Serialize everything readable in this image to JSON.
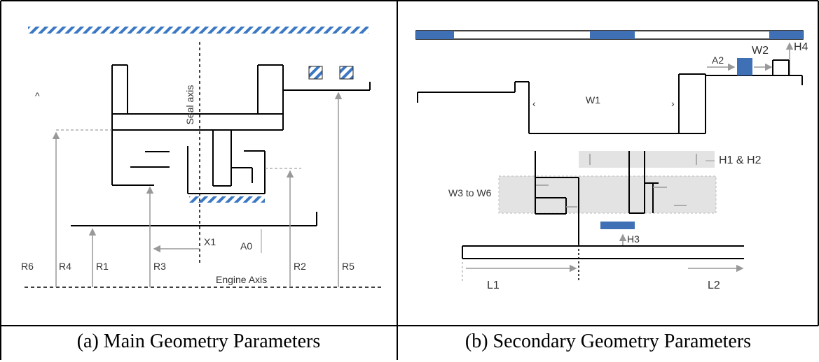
{
  "panel_a": {
    "caption": "(a) Main Geometry Parameters",
    "labels": {
      "seal_axis": "Seal axis",
      "x1": "X1",
      "a0": "A0",
      "engine_axis": "Engine Axis",
      "r6": "R6",
      "r4": "R4",
      "r1": "R1",
      "r3": "R3",
      "r2": "R2",
      "r5": "R5"
    }
  },
  "panel_b": {
    "caption": "(b) Secondary Geometry Parameters",
    "labels": {
      "h4": "H4",
      "w2": "W2",
      "a2": "A2",
      "w1": "W1",
      "h1_h2": "H1 & H2",
      "w3_w6": "W3 to W6",
      "h3": "H3",
      "l1": "L1",
      "l2": "L2"
    }
  },
  "colors": {
    "accent_blue": "#3f6fb5",
    "hatch_blue": "#3b78c4",
    "shade_grey": "#e3e3e3",
    "dim_grey": "#999999"
  }
}
